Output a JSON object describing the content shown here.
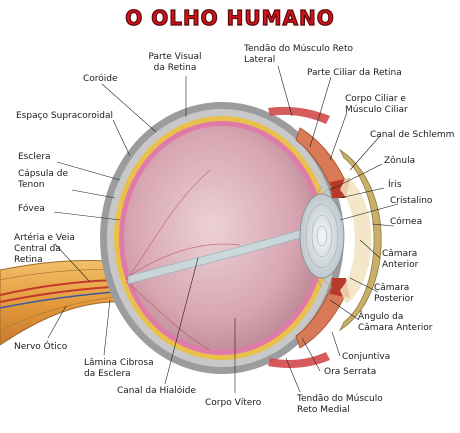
{
  "title": "O OLHO HUMANO",
  "labels": {
    "parte_visual": [
      "Parte Visual",
      "da Retina"
    ],
    "tendao_lateral": [
      "Tendão do Músculo Reto",
      "Lateral"
    ],
    "coroide": [
      "Coróide"
    ],
    "parte_ciliar": [
      "Parte Ciliar da Retina"
    ],
    "espaco_supracoroidal": [
      "Espaço Supracoroidal"
    ],
    "corpo_ciliar": [
      "Corpo Ciliar e",
      "Músculo Ciliar"
    ],
    "canal_schlemm": [
      "Canal de Schlemm"
    ],
    "esclera": [
      "Esclera"
    ],
    "zonula": [
      "Zônula"
    ],
    "capsula_tenon": [
      "Cápsula de",
      "Tenon"
    ],
    "iris": [
      "Íris"
    ],
    "cristalino": [
      "Cristalino"
    ],
    "fovea": [
      "Fóvea"
    ],
    "cornea": [
      "Córnea"
    ],
    "arteria_veia": [
      "Artéria e Veia",
      "Central da",
      "Retina"
    ],
    "camara_anterior": [
      "Câmara",
      "Anterior"
    ],
    "camara_posterior": [
      "Câmara",
      "Posterior"
    ],
    "angulo_camara": [
      "Ângulo da",
      "Câmara Anterior"
    ],
    "nervo_otico": [
      "Nervo Ótico"
    ],
    "conjuntiva": [
      "Conjuntiva"
    ],
    "lamina_cribrosa": [
      "Lâmina Cibrosa",
      "da Esclera"
    ],
    "ora_serrata": [
      "Ora Serrata"
    ],
    "canal_hialoide": [
      "Canal da Hialóide"
    ],
    "corpo_vitreo": [
      "Corpo Vítero"
    ],
    "tendao_medial": [
      "Tendão do Músculo",
      "Reto Medial"
    ]
  },
  "colors": {
    "title_red": "#d0121b",
    "title_outline": "#5a0a0a",
    "sclera_outer": "#9a9c9e",
    "sclera_inner": "#c8c8c8",
    "choroid": "#e8c04a",
    "retina": "#e07aa8",
    "vitreous": "#d9a9b6",
    "lens": "#dfe6ea",
    "nerve": "#e0a040",
    "cornea": "#c9b06a",
    "leader": "#222222"
  },
  "icons": [
    "eye-cross-section-illustration"
  ]
}
